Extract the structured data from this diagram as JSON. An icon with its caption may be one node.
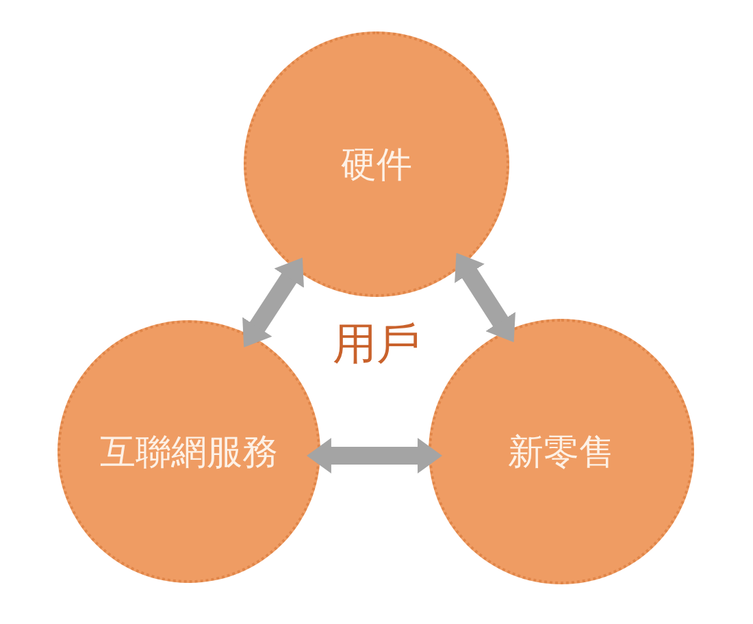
{
  "diagram": {
    "nodes": [
      {
        "text": [
          "硬件"
        ]
      },
      {
        "text": [
          "互聯網服務"
        ]
      },
      {
        "text": [
          "新零售"
        ]
      }
    ],
    "edges": [
      {
        "from": 0,
        "to": 1,
        "arrow": "both"
      },
      {
        "from": 0,
        "to": 2,
        "arrow": "both"
      },
      {
        "from": 1,
        "to": 2,
        "arrow": "both"
      }
    ],
    "labels": [
      "用戶"
    ]
  }
}
